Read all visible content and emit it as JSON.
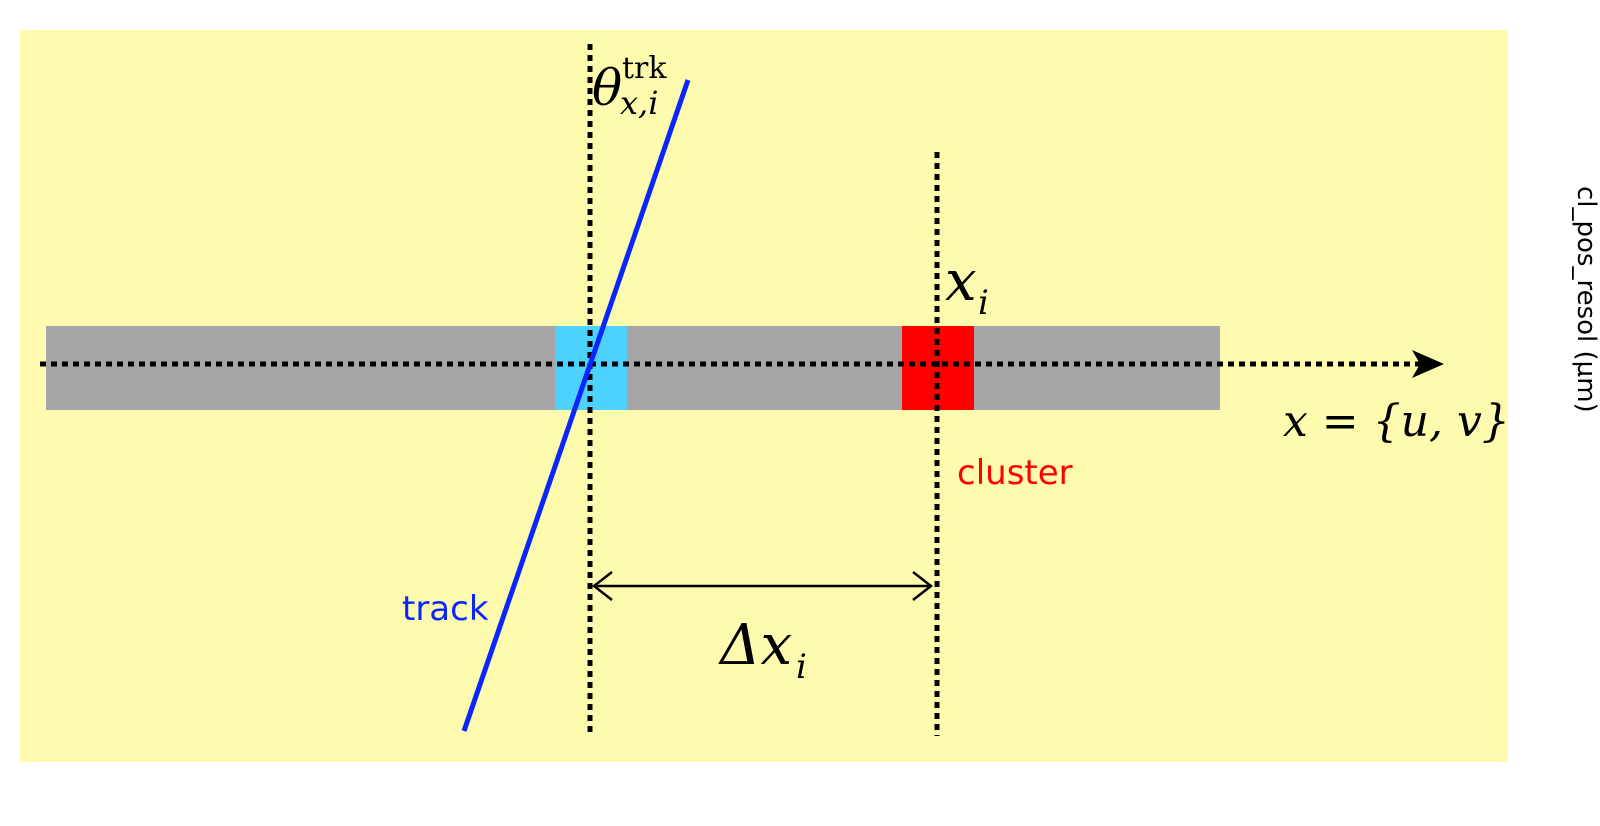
{
  "colors": {
    "background_panel": "#fffbae",
    "strip": "#a6a6a6",
    "track_pad": "#4dd2ff",
    "cluster_pad": "#ff0000",
    "track_line": "#0a26ff",
    "dotted_line": "#000000"
  },
  "labels": {
    "theta_symbol": "θ",
    "theta_superscript": "trk",
    "theta_subscript": "x,i",
    "xi_symbol": "x",
    "xi_subscript": "i",
    "axis_label": "x = {u, v}",
    "cluster": "cluster",
    "track": "track",
    "delta_symbol": "Δx",
    "delta_subscript": "i",
    "side_axis_label": "cl_pos_resol (µm)"
  }
}
